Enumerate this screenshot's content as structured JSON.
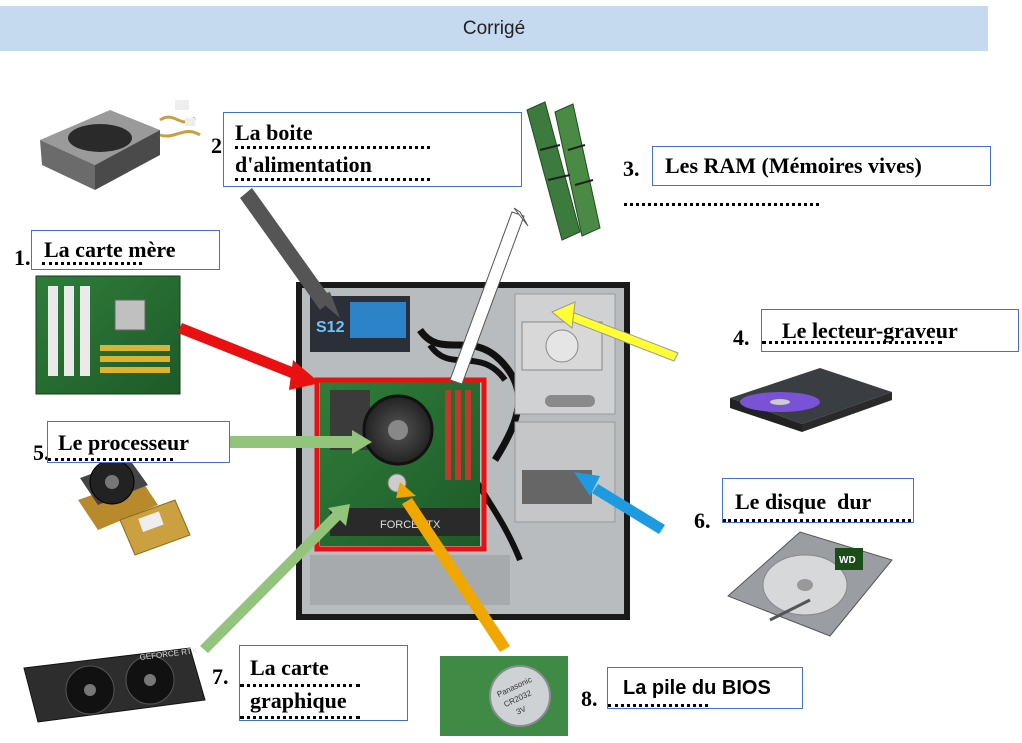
{
  "header": {
    "title": "Corrigé"
  },
  "labels": [
    {
      "num": "1.",
      "text": "La carte mère"
    },
    {
      "num": "2.",
      "line1": "La boite",
      "line2": "d'alimentation"
    },
    {
      "num": "3.",
      "text": "Les RAM (Mémoires vives)"
    },
    {
      "num": "4.",
      "text": "Le lecteur-graveur"
    },
    {
      "num": "5.",
      "text": "Le processeur"
    },
    {
      "num": "6.",
      "text": "Le disque  dur"
    },
    {
      "num": "7.",
      "line1": "La carte",
      "line2": "graphique"
    },
    {
      "num": "8.",
      "text": "La pile du BIOS"
    }
  ],
  "images": {
    "case": "pc-case-interior",
    "psu": "power-supply",
    "ram": "ram-modules",
    "motherboard": "motherboard",
    "cpu": "processor-with-cooler",
    "dvd": "dvd-burner",
    "hdd": "hard-disk",
    "gpu": "graphics-card",
    "battery": "cmos-battery"
  },
  "case_text": {
    "psu_brand": "S12",
    "gpu_brand": "FORCERTX",
    "gpu_card_brand": "GEFORCE RTX",
    "battery_text1": "Panasonic",
    "battery_text2": "CR2032",
    "battery_text3": "3V",
    "hdd_brand": "WD"
  },
  "arrow_colors": {
    "motherboard": "#e81010",
    "psu": "#555555",
    "ram": "#ffffff",
    "dvd": "#ffff33",
    "cpu": "#92c47c",
    "hdd": "#1e9be0",
    "gpu": "#92c47c",
    "battery": "#f0a800"
  }
}
